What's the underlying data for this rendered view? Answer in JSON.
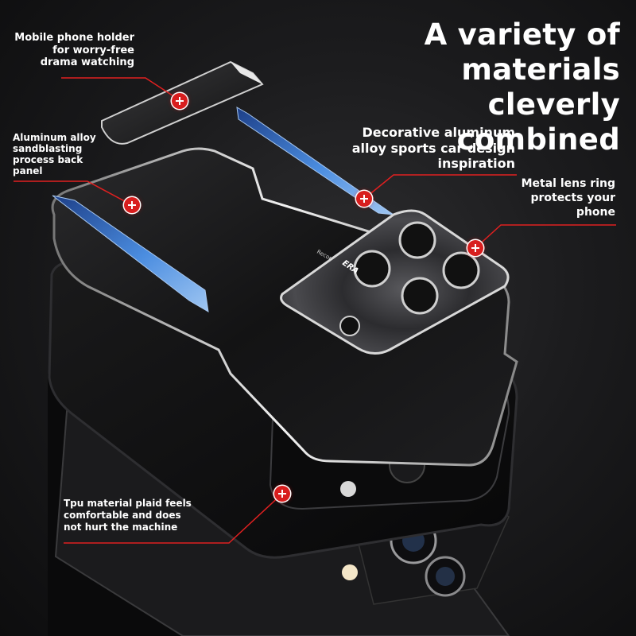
{
  "headline": {
    "lines": [
      "A variety of",
      "materials cleverly",
      "combined"
    ]
  },
  "callouts": {
    "holder": {
      "lines": [
        "Mobile phone holder",
        "for worry-free",
        "drama watching"
      ],
      "icon": "plus-marker-icon"
    },
    "back_panel": {
      "lines": [
        "Aluminum alloy",
        "sandblasting",
        "process back",
        "panel"
      ],
      "icon": "plus-marker-icon"
    },
    "decorative": {
      "lines": [
        "Decorative aluminum",
        "alloy sports car design",
        "inspiration"
      ],
      "icon": "plus-marker-icon"
    },
    "lens_ring": {
      "lines": [
        "Metal lens ring",
        "protects your",
        "phone"
      ],
      "icon": "plus-marker-icon"
    },
    "tpu": {
      "lines": [
        "Tpu material plaid feels",
        "comfortable and does",
        "not hurt the machine"
      ],
      "icon": "plus-marker-icon"
    }
  },
  "panel_text": {
    "brand": "Recording",
    "lens_logo": "ERA"
  },
  "colors": {
    "accent_red": "#d81e1e",
    "leader_line": "#e02020",
    "blue_trim": "#3f7fd6",
    "background": "#1c1c1e"
  }
}
